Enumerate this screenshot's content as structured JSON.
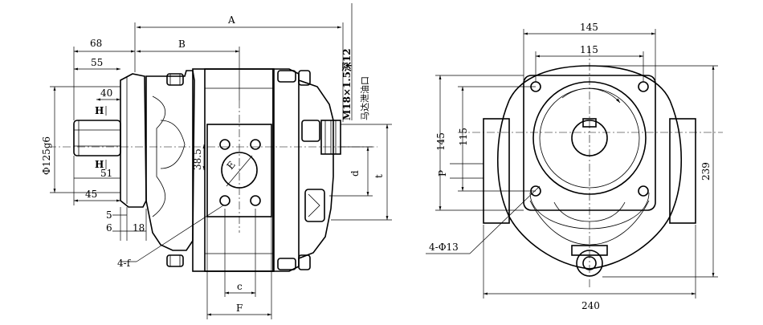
{
  "left_view": {
    "dims": {
      "A": "A",
      "B": "B",
      "d68": "68",
      "d55": "55",
      "d40": "40",
      "d51": "51",
      "d45": "45",
      "d5": "5",
      "d6": "6",
      "d18": "18",
      "d38_5": "38.5",
      "phi": "Φ125g6",
      "H1": "H",
      "H2": "H",
      "E": "E",
      "f4": "4-f",
      "c": "c",
      "F": "F",
      "d": "d",
      "t": "t"
    },
    "port_label": "M18×1.5深12",
    "port_desc": "马达泄油口"
  },
  "right_view": {
    "dims": {
      "d145_top": "145",
      "d115_top": "115",
      "d145_left": "145",
      "d115_left": "115",
      "P": "P",
      "d239": "239",
      "d240": "240",
      "holes": "4-Φ13"
    }
  }
}
